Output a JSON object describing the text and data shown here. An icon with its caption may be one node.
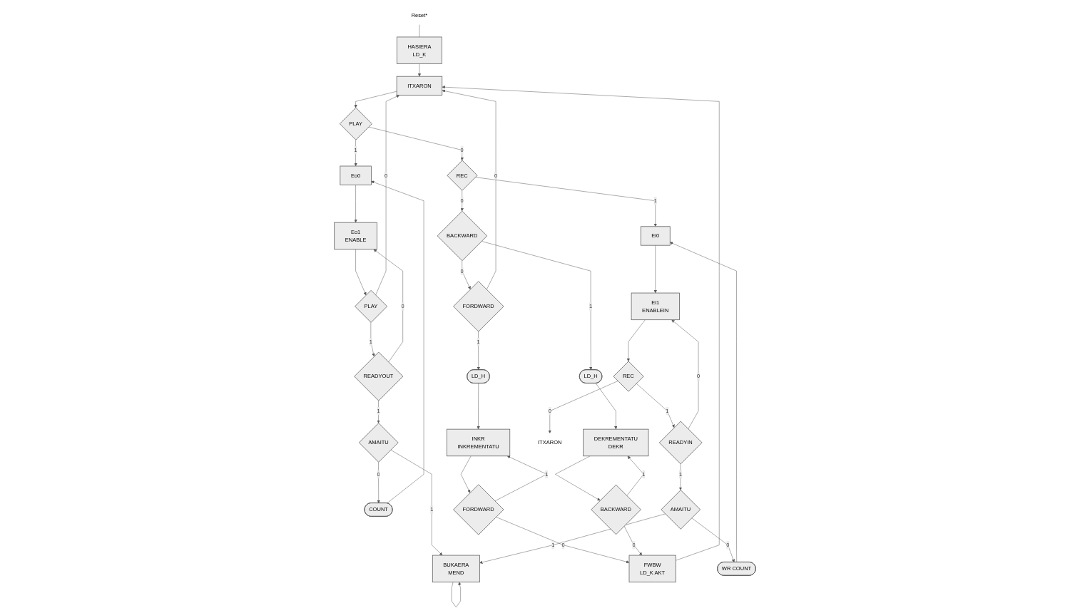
{
  "diagram": {
    "nodes": [
      {
        "text": [
          "HASIERA",
          "LD_K"
        ]
      },
      {
        "text": [
          "Reset*"
        ]
      },
      {
        "text": [
          "ITXARON"
        ]
      },
      {
        "text": [
          "PLAY"
        ]
      },
      {
        "text": [
          "REC"
        ]
      },
      {
        "text": [
          "Eo0"
        ]
      },
      {
        "text": [
          "Eo1",
          "ENABLE"
        ]
      },
      {
        "text": [
          "PLAY"
        ]
      },
      {
        "text": [
          "READYOUT"
        ]
      },
      {
        "text": [
          "AMAITU"
        ]
      },
      {
        "text": [
          "COUNT"
        ]
      },
      {
        "text": [
          "BUKAERA",
          "MEND"
        ]
      },
      {
        "text": [
          "FORDWARD"
        ]
      },
      {
        "text": [
          "BACKWARD"
        ]
      },
      {
        "text": [
          "LD_H"
        ]
      },
      {
        "text": [
          "INKR",
          "INKREMENTATU"
        ]
      },
      {
        "text": [
          "FORDWARD"
        ]
      },
      {
        "text": [
          "LD_H"
        ]
      },
      {
        "text": [
          "DEKREMENTATU",
          "DEKR"
        ]
      },
      {
        "text": [
          "BACKWARD"
        ]
      },
      {
        "text": [
          "FWBW",
          "LD_K AKT"
        ]
      },
      {
        "text": [
          "Ei0"
        ]
      },
      {
        "text": [
          "Ei1",
          "ENABLEIN"
        ]
      },
      {
        "text": [
          "REC"
        ]
      },
      {
        "text": [
          "ITXARON"
        ]
      },
      {
        "text": [
          "READYIN"
        ]
      },
      {
        "text": [
          "AMAITU"
        ]
      },
      {
        "text": [
          "WR COUNT"
        ]
      }
    ],
    "edges": [
      {
        "from": 1,
        "to": 0,
        "arrow": "none"
      },
      {
        "from": 0,
        "to": 2,
        "arrow": "to"
      },
      {
        "from": 2,
        "to": 3,
        "arrow": "to"
      },
      {
        "from": 3,
        "to": 5,
        "arrow": "to",
        "label": "1"
      },
      {
        "from": 3,
        "to": 4,
        "arrow": "to",
        "label": "0"
      },
      {
        "from": 4,
        "to": 13,
        "arrow": "to",
        "label": "0"
      },
      {
        "from": 4,
        "to": 21,
        "arrow": "to",
        "label": "1"
      },
      {
        "from": 13,
        "to": 12,
        "arrow": "to",
        "label": "0"
      },
      {
        "from": 12,
        "to": 2,
        "arrow": "to",
        "label": "0"
      },
      {
        "from": 12,
        "to": 14,
        "arrow": "to",
        "label": "1"
      },
      {
        "from": 14,
        "to": 15,
        "arrow": "to"
      },
      {
        "from": 15,
        "to": 16,
        "arrow": "to"
      },
      {
        "from": 16,
        "to": 15,
        "arrow": "to",
        "label": "1"
      },
      {
        "from": 16,
        "to": 20,
        "arrow": "to",
        "label": "0"
      },
      {
        "from": 13,
        "to": 17,
        "arrow": "to",
        "label": "1"
      },
      {
        "from": 17,
        "to": 18,
        "arrow": "to"
      },
      {
        "from": 18,
        "to": 19,
        "arrow": "to"
      },
      {
        "from": 19,
        "to": 18,
        "arrow": "to",
        "label": "1"
      },
      {
        "from": 19,
        "to": 20,
        "arrow": "to",
        "label": "0"
      },
      {
        "from": 20,
        "to": 2,
        "arrow": "to"
      },
      {
        "from": 5,
        "to": 6,
        "arrow": "to"
      },
      {
        "from": 6,
        "to": 7,
        "arrow": "to"
      },
      {
        "from": 7,
        "to": 2,
        "arrow": "to",
        "label": "0"
      },
      {
        "from": 7,
        "to": 8,
        "arrow": "to",
        "label": "1"
      },
      {
        "from": 8,
        "to": 6,
        "arrow": "to",
        "label": "0"
      },
      {
        "from": 8,
        "to": 9,
        "arrow": "to",
        "label": "1"
      },
      {
        "from": 9,
        "to": 10,
        "arrow": "to",
        "label": "0"
      },
      {
        "from": 10,
        "to": 5,
        "arrow": "to"
      },
      {
        "from": 9,
        "to": 11,
        "arrow": "to",
        "label": "1"
      },
      {
        "from": 11,
        "to": 11,
        "arrow": "to"
      },
      {
        "from": 26,
        "to": 11,
        "arrow": "to",
        "label": "1"
      },
      {
        "from": 21,
        "to": 22,
        "arrow": "to"
      },
      {
        "from": 22,
        "to": 23,
        "arrow": "to"
      },
      {
        "from": 23,
        "to": 24,
        "arrow": "to",
        "label": "0"
      },
      {
        "from": 23,
        "to": 25,
        "arrow": "to",
        "label": "1"
      },
      {
        "from": 25,
        "to": 22,
        "arrow": "to",
        "label": "0"
      },
      {
        "from": 25,
        "to": 26,
        "arrow": "to",
        "label": "1"
      },
      {
        "from": 26,
        "to": 27,
        "arrow": "to",
        "label": "0"
      },
      {
        "from": 27,
        "to": 21,
        "arrow": "to"
      }
    ]
  }
}
